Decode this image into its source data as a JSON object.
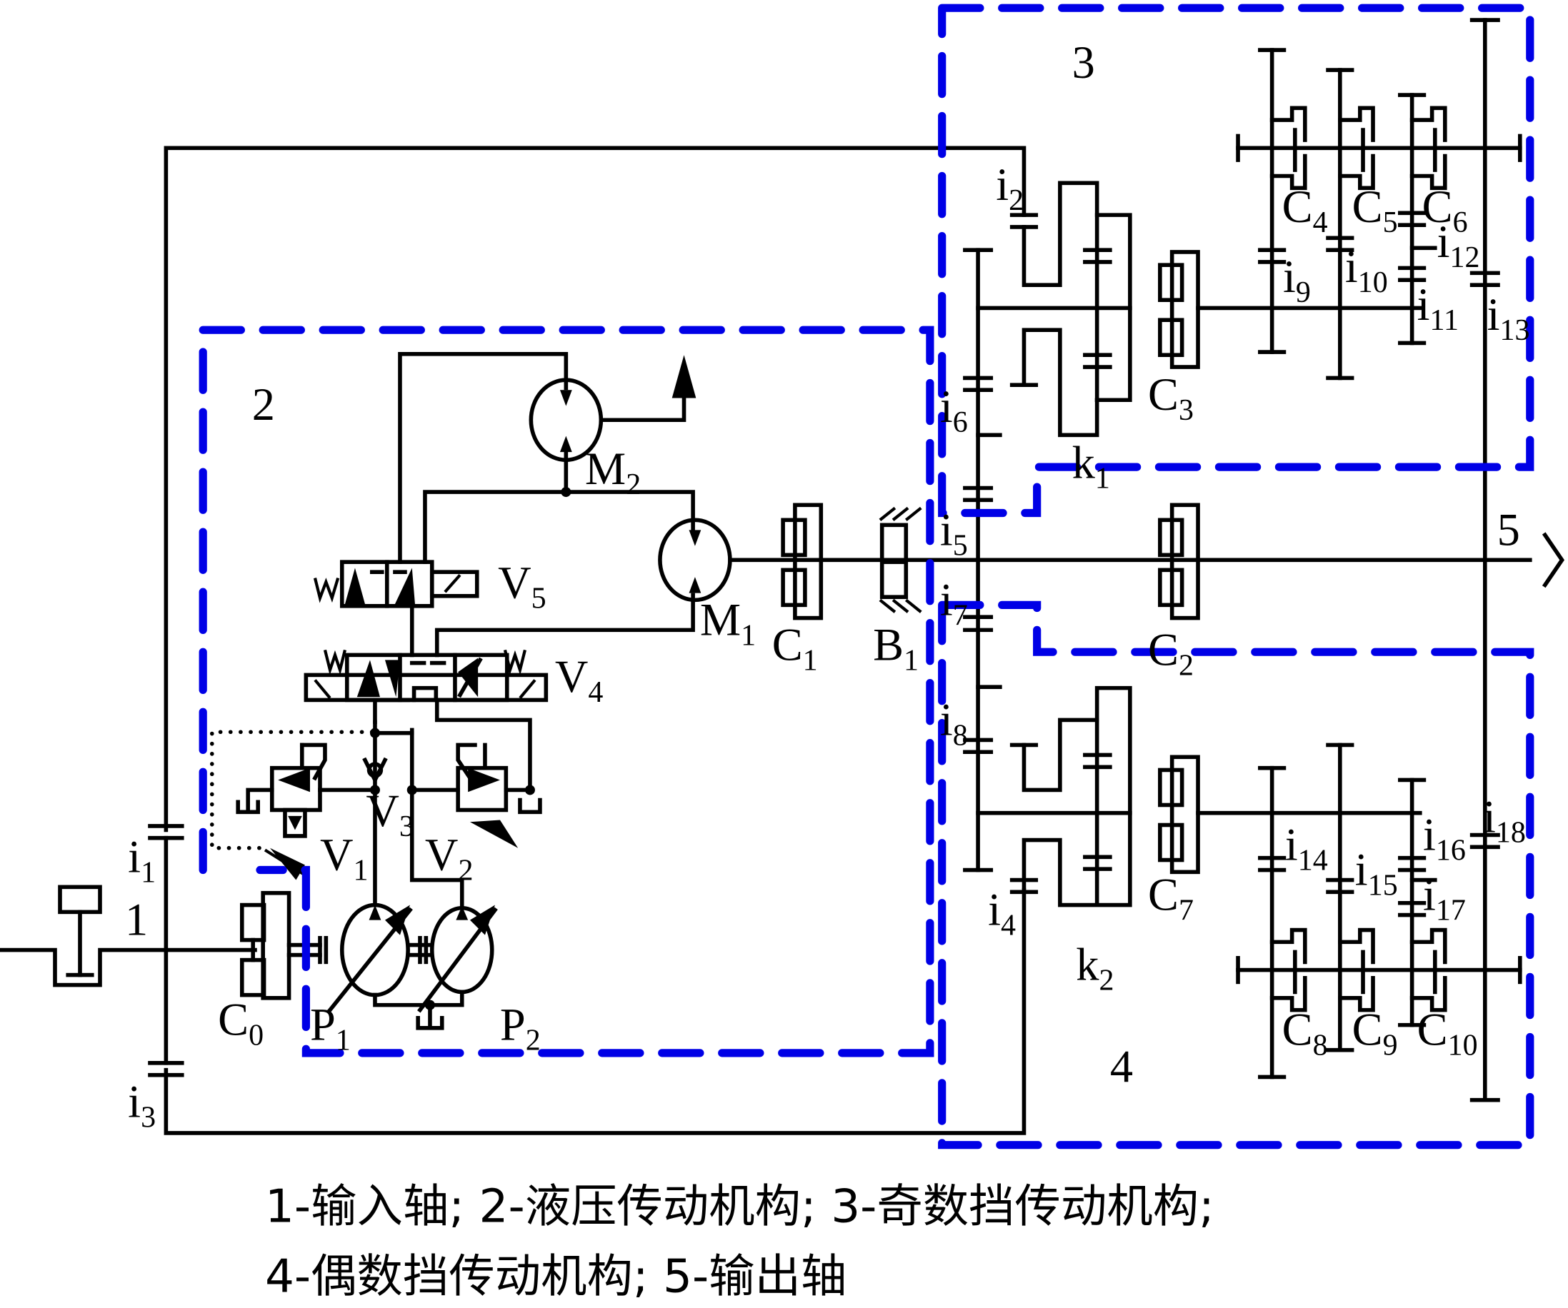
{
  "diagram": {
    "title": "Hydro-mechanical dual-clutch transmission scheme",
    "region_numbers": {
      "input_shaft": "1",
      "hydraulic": "2",
      "odd": "3",
      "even": "4",
      "output_shaft": "5"
    },
    "labels": {
      "i1": {
        "main": "i",
        "sub": "1"
      },
      "i2": {
        "main": "i",
        "sub": "2"
      },
      "i3": {
        "main": "i",
        "sub": "3"
      },
      "i4": {
        "main": "i",
        "sub": "4"
      },
      "i5": {
        "main": "i",
        "sub": "5"
      },
      "i6": {
        "main": "i",
        "sub": "6"
      },
      "i7": {
        "main": "i",
        "sub": "7"
      },
      "i8": {
        "main": "i",
        "sub": "8"
      },
      "i9": {
        "main": "i",
        "sub": "9"
      },
      "i10": {
        "main": "i",
        "sub": "10"
      },
      "i11": {
        "main": "i",
        "sub": "11"
      },
      "i12": {
        "main": "i",
        "sub": "12"
      },
      "i13": {
        "main": "i",
        "sub": "13"
      },
      "i14": {
        "main": "i",
        "sub": "14"
      },
      "i15": {
        "main": "i",
        "sub": "15"
      },
      "i16": {
        "main": "i",
        "sub": "16"
      },
      "i17": {
        "main": "i",
        "sub": "17"
      },
      "i18": {
        "main": "i",
        "sub": "18"
      },
      "C0": {
        "main": "C",
        "sub": "0"
      },
      "C1": {
        "main": "C",
        "sub": "1"
      },
      "C2": {
        "main": "C",
        "sub": "2"
      },
      "C3": {
        "main": "C",
        "sub": "3"
      },
      "C4": {
        "main": "C",
        "sub": "4"
      },
      "C5": {
        "main": "C",
        "sub": "5"
      },
      "C6": {
        "main": "C",
        "sub": "6"
      },
      "C7": {
        "main": "C",
        "sub": "7"
      },
      "C8": {
        "main": "C",
        "sub": "8"
      },
      "C9": {
        "main": "C",
        "sub": "9"
      },
      "C10": {
        "main": "C",
        "sub": "10"
      },
      "B1": {
        "main": "B",
        "sub": "1"
      },
      "k1": {
        "main": "k",
        "sub": "1"
      },
      "k2": {
        "main": "k",
        "sub": "2"
      },
      "M1": {
        "main": "M",
        "sub": "1"
      },
      "M2": {
        "main": "M",
        "sub": "2"
      },
      "P1": {
        "main": "P",
        "sub": "1"
      },
      "P2": {
        "main": "P",
        "sub": "2"
      },
      "V1": {
        "main": "V",
        "sub": "1"
      },
      "V2": {
        "main": "V",
        "sub": "2"
      },
      "V3": {
        "main": "V",
        "sub": "3"
      },
      "V4": {
        "main": "V",
        "sub": "4"
      },
      "V5": {
        "main": "V",
        "sub": "5"
      }
    },
    "caption": {
      "line1": "1-输入轴; 2-液压传动机构; 3-奇数挡传动机构;",
      "line2": "4-偶数挡传动机构; 5-输出轴"
    },
    "colors": {
      "region_border": "#0000e6",
      "lines": "#000000"
    }
  }
}
